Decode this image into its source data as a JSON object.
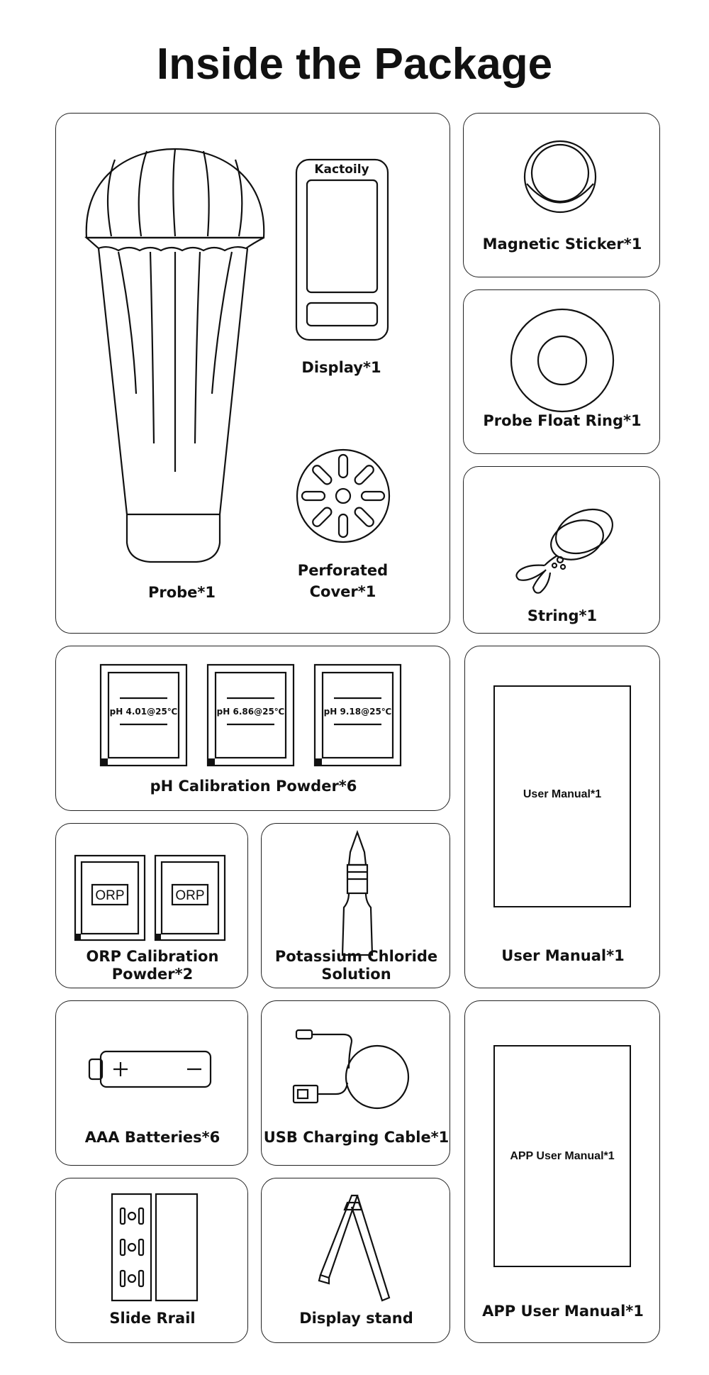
{
  "title": "Inside the Package",
  "items": {
    "probe": "Probe*1",
    "display": "Display*1",
    "display_brand": "Kactoily",
    "perforated_cover_line1": "Perforated",
    "perforated_cover_line2": "Cover*1",
    "magnetic_sticker": "Magnetic Sticker*1",
    "probe_float_ring": "Probe Float Ring*1",
    "string": "String*1",
    "ph_powder": "pH Calibration Powder*6",
    "ph_sachets": [
      "pH 4.01@25℃",
      "pH 6.86@25℃",
      "pH 9.18@25℃"
    ],
    "user_manual": "User Manual*1",
    "user_manual_cover": "User Manual*1",
    "orp_powder_line1": "ORP Calibration",
    "orp_powder_line2": "Powder*2",
    "orp_sachet": "ORP",
    "kcl_line1": "Potassium Chloride",
    "kcl_line2": "Solution",
    "batteries": "AAA Batteries*6",
    "battery_plus": "+",
    "battery_minus": "−",
    "usb_cable": "USB Charging Cable*1",
    "app_manual": "APP User Manual*1",
    "app_manual_cover": "APP User Manual*1",
    "slide_rail": "Slide Rrail",
    "display_stand": "Display stand"
  }
}
